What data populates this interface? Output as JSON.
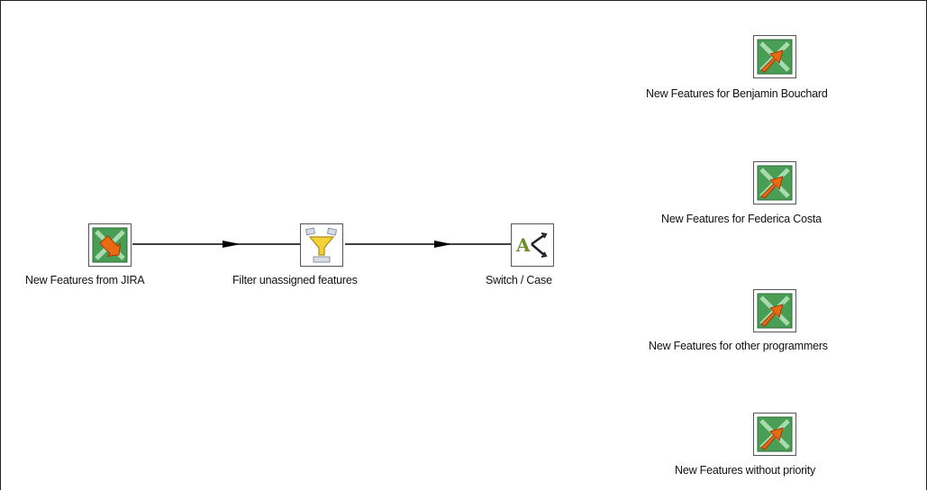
{
  "nodes": {
    "excel_input": {
      "label": "New Features from JIRA",
      "icon": "excel-input-icon"
    },
    "filter": {
      "label": "Filter unassigned features",
      "icon": "filter-rows-icon"
    },
    "switch": {
      "label": "Switch / Case",
      "icon": "switch-case-icon"
    },
    "out_benjamin": {
      "label": "New Features for Benjamin Bouchard",
      "icon": "excel-output-icon"
    },
    "out_federica": {
      "label": "New Features for Federica Costa",
      "icon": "excel-output-icon"
    },
    "out_other": {
      "label": "New Features for other programmers",
      "icon": "excel-output-icon"
    },
    "out_nopriority": {
      "label": "New Features without priority",
      "icon": "excel-output-icon"
    }
  },
  "colors": {
    "excel_green": "#3f9a4a",
    "arrow_orange": "#e86a12",
    "filter_yellow": "#f4d23a",
    "hop_line": "#000000"
  }
}
